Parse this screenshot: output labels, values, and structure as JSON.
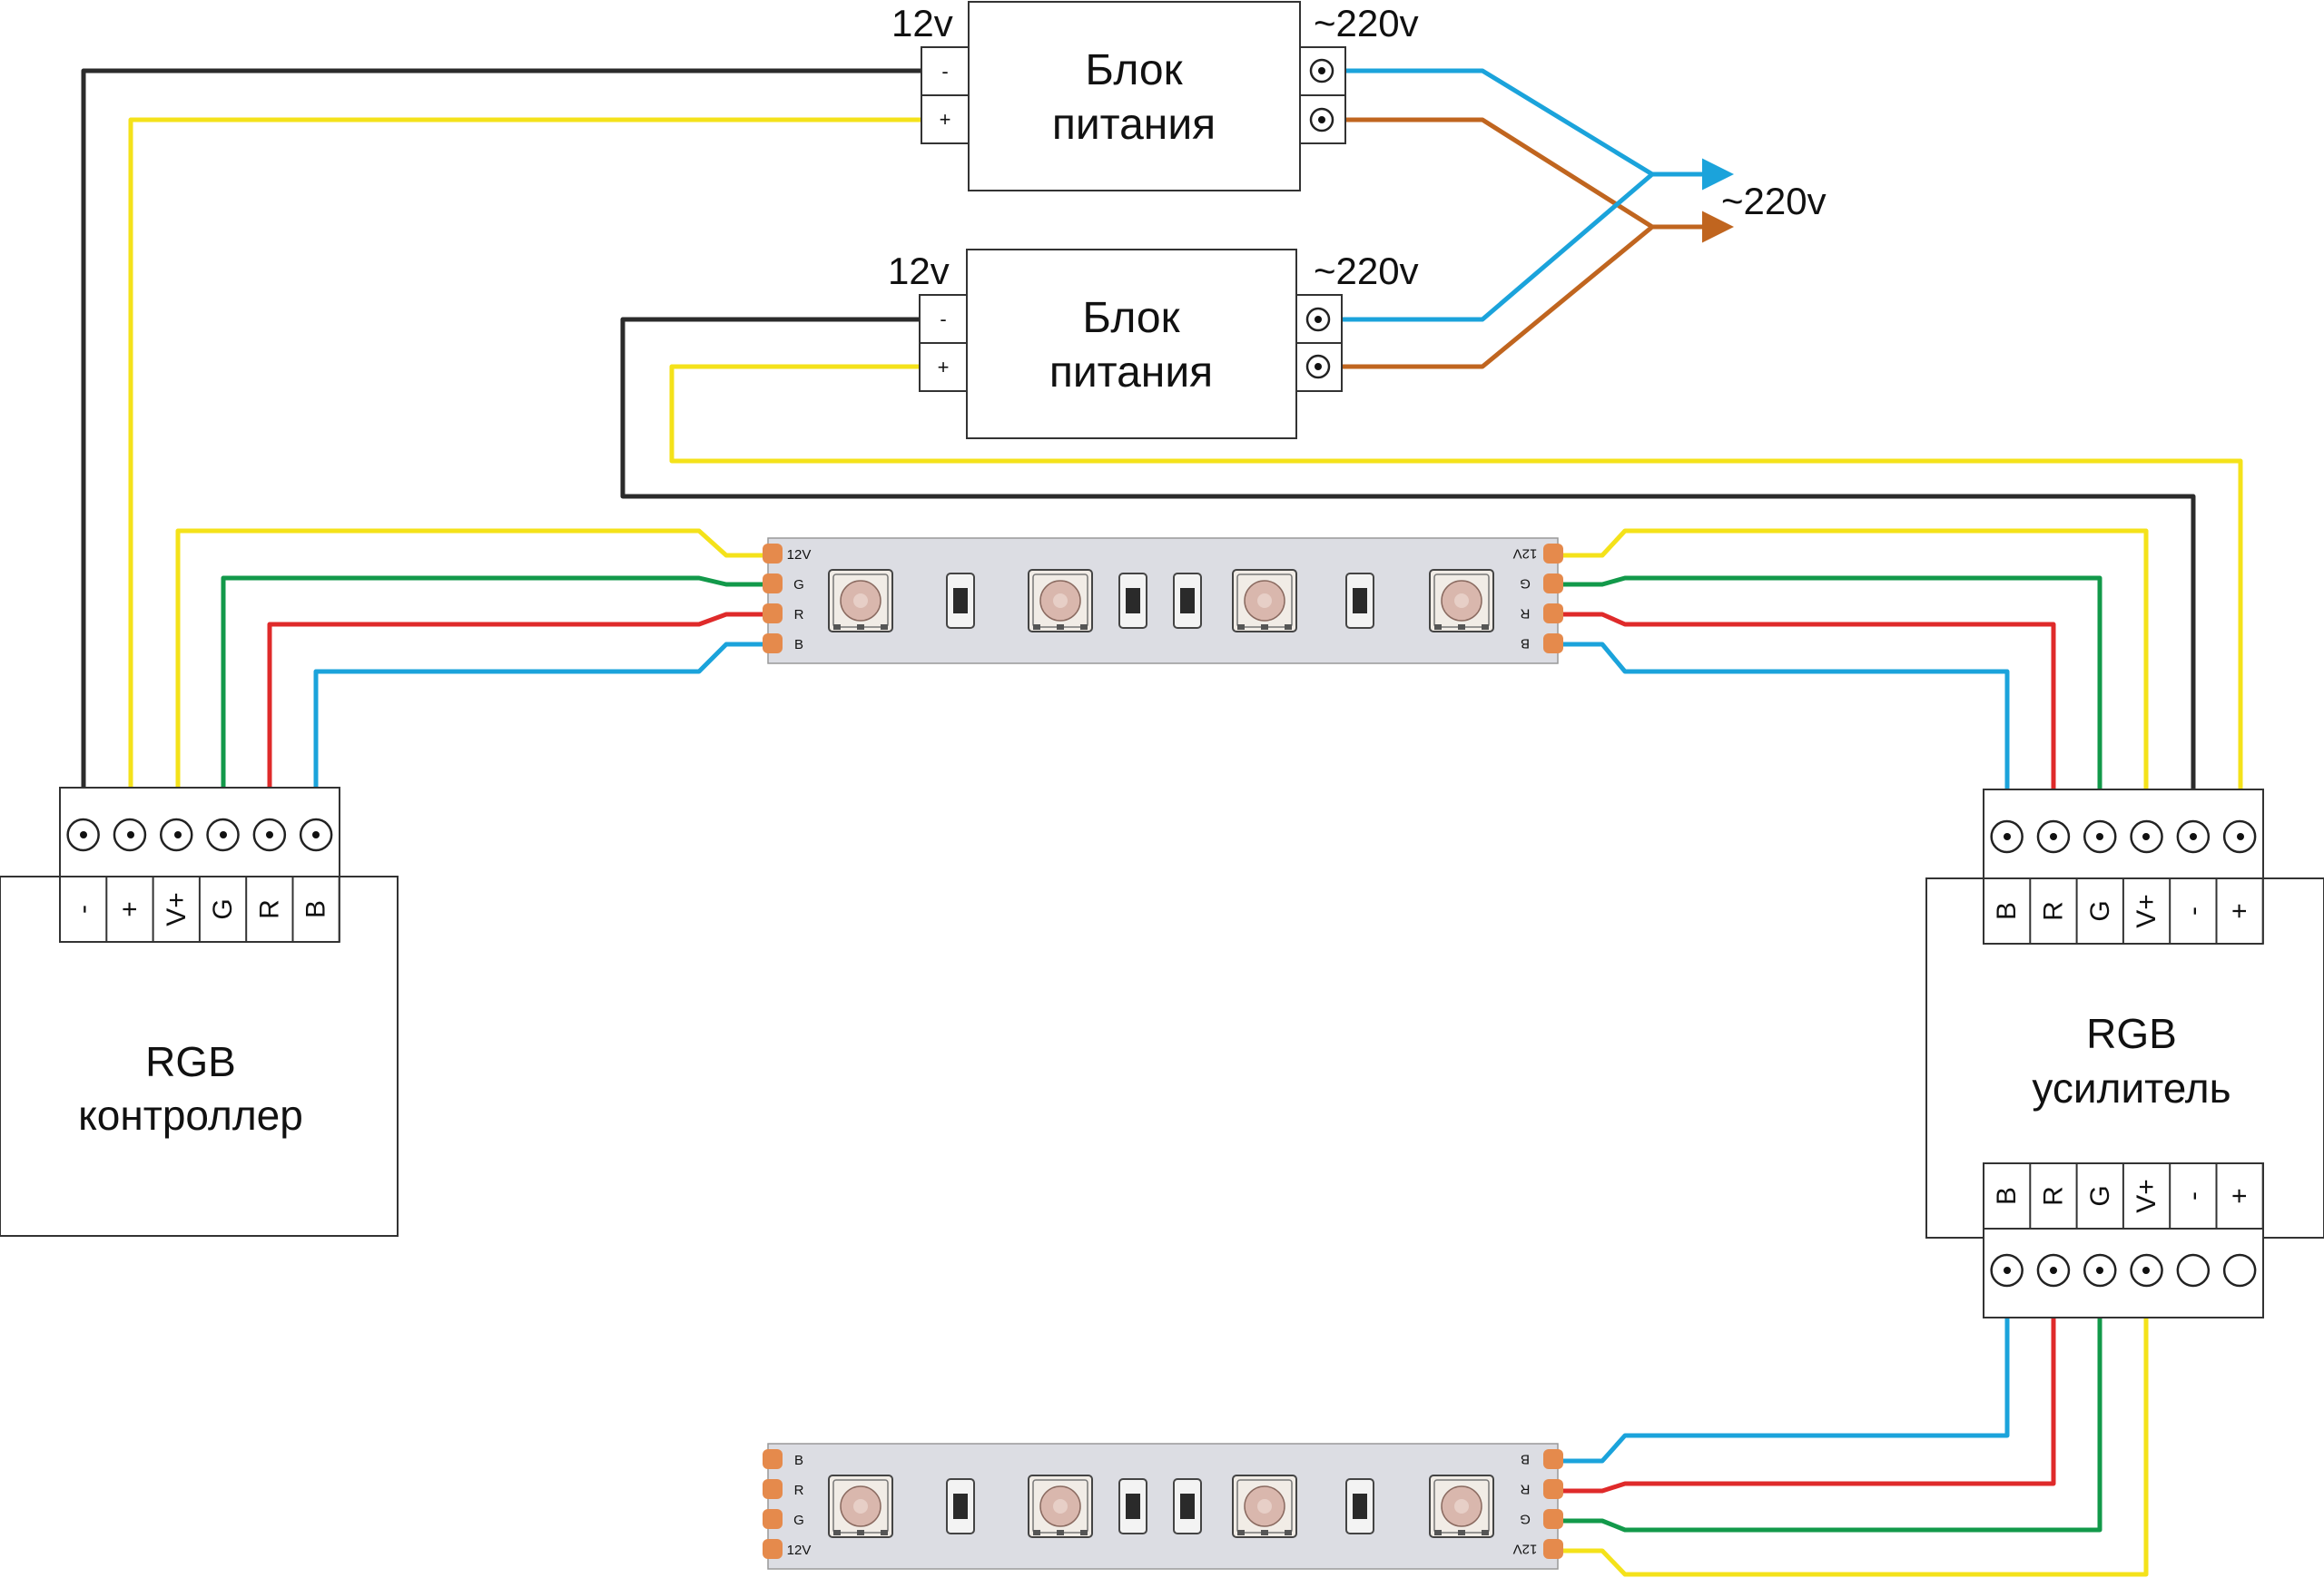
{
  "colors": {
    "black": "#2b2b2b",
    "yellow": "#f4e21a",
    "green": "#12994a",
    "red": "#df2a2a",
    "blue": "#1ba3db",
    "brown": "#c0651f",
    "strip_base": "#dcdde3",
    "strip_pad": "#e58a4c",
    "led_body": "#f1ece6",
    "led_lens": "#d9b7ad"
  },
  "power_units": [
    {
      "title_line1": "Блок",
      "title_line2": "питания",
      "dc_label": "12v",
      "ac_label": "~220v",
      "minus": "-",
      "plus": "+"
    },
    {
      "title_line1": "Блок",
      "title_line2": "питания",
      "dc_label": "12v",
      "ac_label": "~220v",
      "minus": "-",
      "plus": "+"
    }
  ],
  "mains_label": "~220v",
  "controller": {
    "title_line1": "RGB",
    "title_line2": "контроллер",
    "pins": [
      "-",
      "+",
      "V+",
      "G",
      "R",
      "B"
    ]
  },
  "amplifier": {
    "title_line1": "RGB",
    "title_line2": "усилитель",
    "input_pins": [
      "B",
      "R",
      "G",
      "V+",
      "-",
      "+"
    ],
    "output_pins": [
      "B",
      "R",
      "G",
      "V+",
      "-",
      "+"
    ]
  },
  "strips": [
    {
      "pads": [
        "12V",
        "G",
        "R",
        "B"
      ]
    },
    {
      "pads": [
        "B",
        "R",
        "G",
        "12V"
      ]
    }
  ]
}
